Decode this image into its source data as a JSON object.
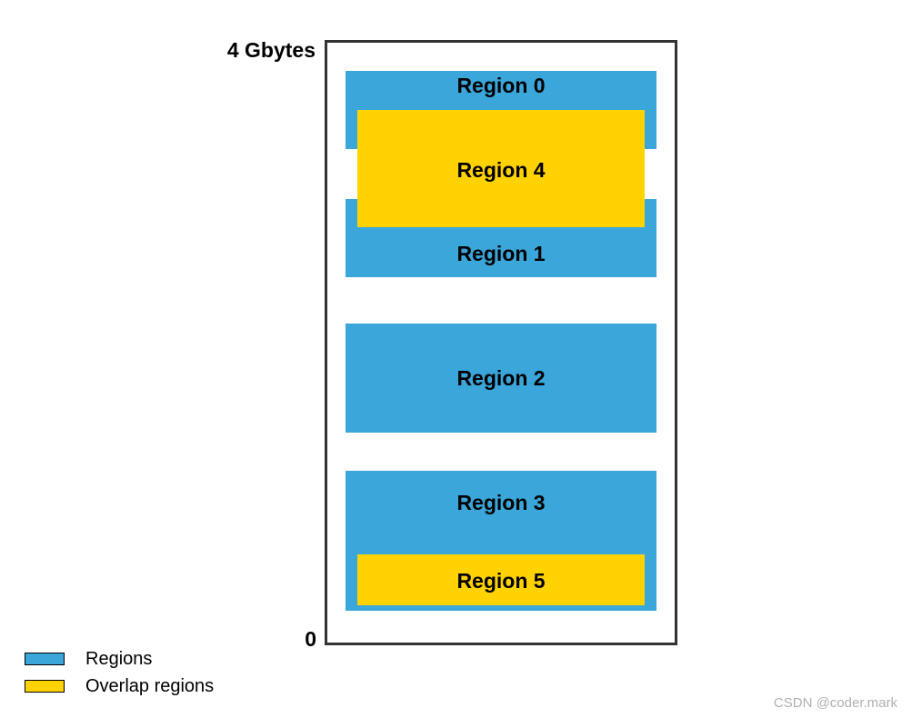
{
  "axis": {
    "top_label": "4 Gbytes",
    "bottom_label": "0"
  },
  "regions": [
    {
      "label": "Region 0",
      "kind": "region"
    },
    {
      "label": "Region 1",
      "kind": "region"
    },
    {
      "label": "Region 2",
      "kind": "region"
    },
    {
      "label": "Region 3",
      "kind": "region"
    },
    {
      "label": "Region 4",
      "kind": "overlap"
    },
    {
      "label": "Region 5",
      "kind": "overlap"
    }
  ],
  "legend": [
    {
      "label": "Regions",
      "color": "#3aa6da"
    },
    {
      "label": "Overlap regions",
      "color": "#ffd200"
    }
  ],
  "watermark": "CSDN @coder.mark"
}
